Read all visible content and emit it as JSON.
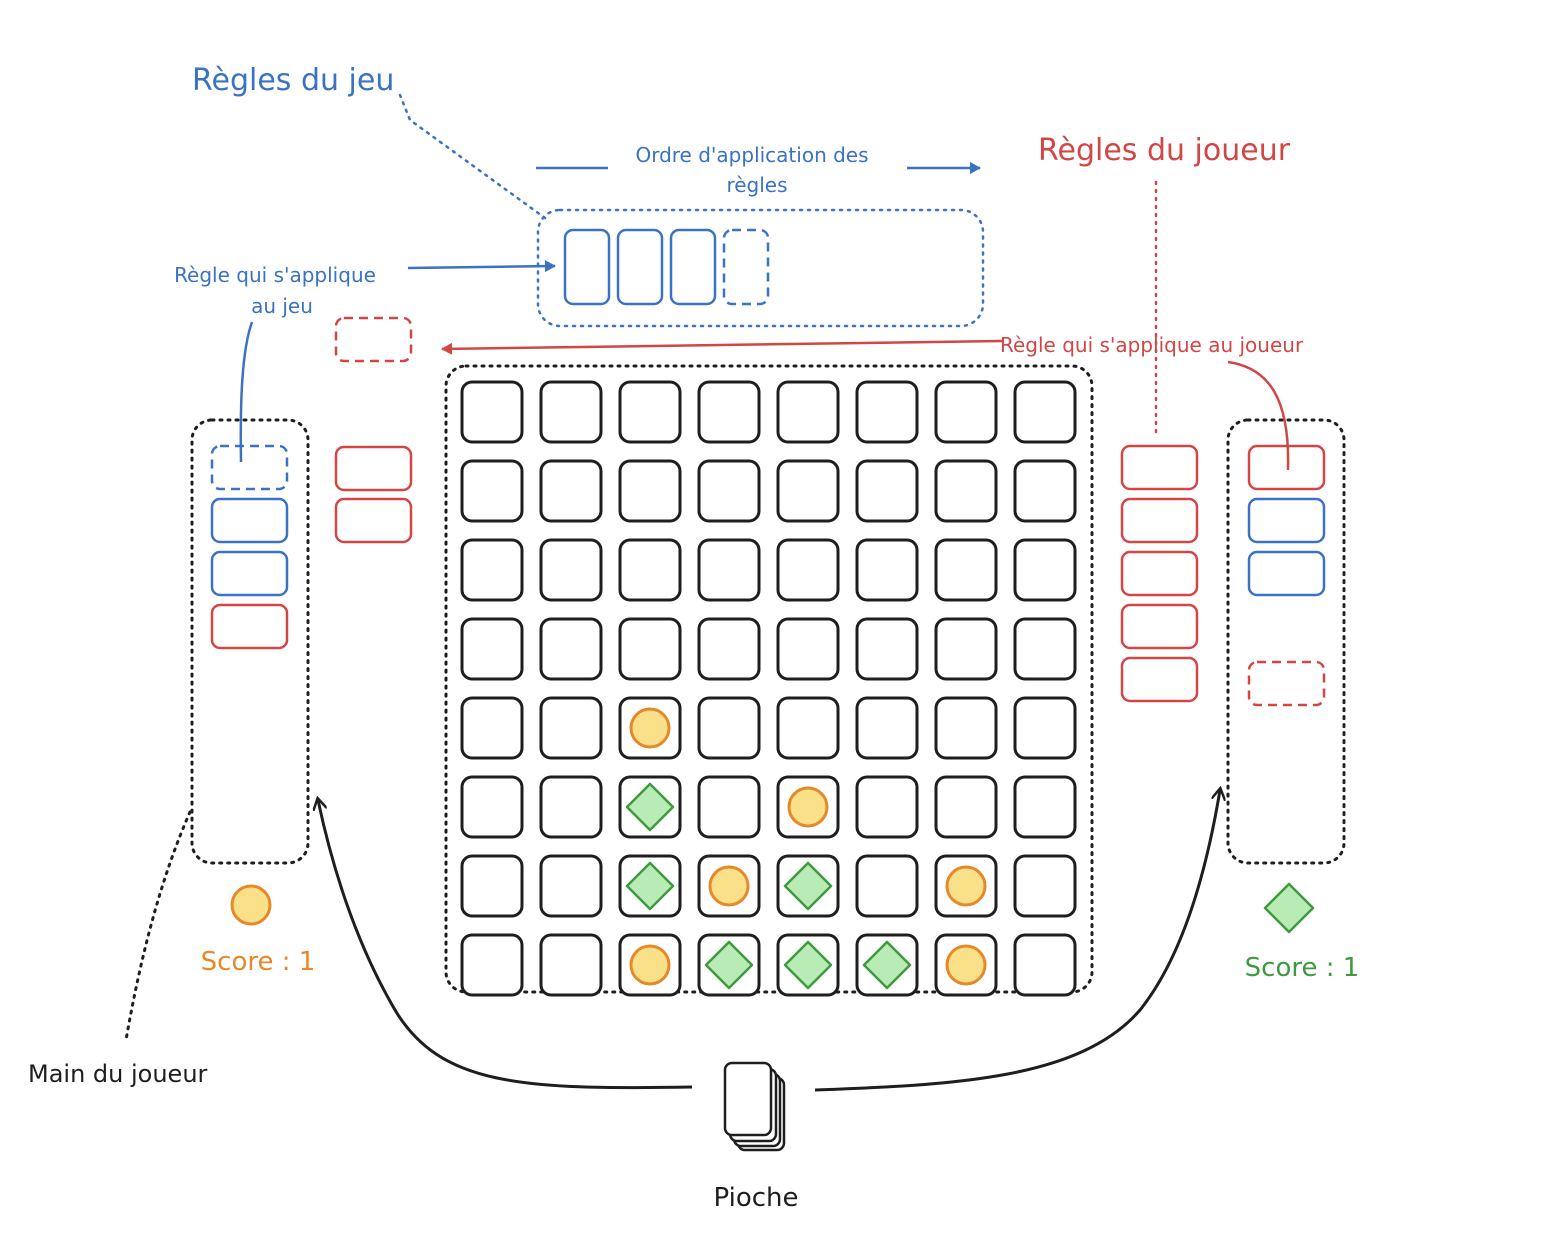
{
  "colors": {
    "blue": "#3a72c4",
    "red": "#d24646",
    "black": "#1e1e1e",
    "orange": "#e5892a",
    "coin_fill": "#fbe08a",
    "green": "#3f9a3f",
    "gem_fill": "#b9ebb6"
  },
  "labels": {
    "regles_jeu": "Règles du jeu",
    "ordre_line1": "Ordre d'application des",
    "ordre_line2": "règles",
    "regles_joueur": "Règles du joueur",
    "regle_jeu_line1": "Règle qui s'applique",
    "regle_jeu_line2": "au jeu",
    "regle_joueur": "Règle qui s'applique au joueur",
    "score_left": "Score : 1",
    "score_right": "Score : 1",
    "main_joueur": "Main du joueur",
    "pioche": "Pioche"
  },
  "board": {
    "columns": 8,
    "rows": 8,
    "pieces": [
      {
        "row": 5,
        "col": 3,
        "type": "coin"
      },
      {
        "row": 6,
        "col": 3,
        "type": "gem"
      },
      {
        "row": 6,
        "col": 5,
        "type": "coin"
      },
      {
        "row": 7,
        "col": 3,
        "type": "gem"
      },
      {
        "row": 7,
        "col": 4,
        "type": "coin"
      },
      {
        "row": 7,
        "col": 5,
        "type": "gem"
      },
      {
        "row": 7,
        "col": 7,
        "type": "coin"
      },
      {
        "row": 8,
        "col": 3,
        "type": "coin"
      },
      {
        "row": 8,
        "col": 4,
        "type": "gem"
      },
      {
        "row": 8,
        "col": 5,
        "type": "gem"
      },
      {
        "row": 8,
        "col": 6,
        "type": "gem"
      },
      {
        "row": 8,
        "col": 7,
        "type": "coin"
      }
    ]
  },
  "game_rules": {
    "cards": [
      "solid",
      "solid",
      "solid",
      "dashed"
    ]
  },
  "left_player": {
    "hand": [
      {
        "color": "blue",
        "style": "dashed"
      },
      {
        "color": "blue",
        "style": "solid"
      },
      {
        "color": "blue",
        "style": "solid"
      },
      {
        "color": "red",
        "style": "solid"
      }
    ],
    "player_rules": [
      {
        "color": "red",
        "style": "dashed"
      },
      {
        "color": "red",
        "style": "solid"
      },
      {
        "color": "red",
        "style": "solid"
      }
    ],
    "token": "coin"
  },
  "right_player": {
    "hand": [
      {
        "color": "red",
        "style": "solid"
      },
      {
        "color": "blue",
        "style": "solid"
      },
      {
        "color": "blue",
        "style": "solid"
      },
      {
        "color": "red",
        "style": "dashed"
      }
    ],
    "player_rules": [
      {
        "color": "red",
        "style": "solid"
      },
      {
        "color": "red",
        "style": "solid"
      },
      {
        "color": "red",
        "style": "solid"
      },
      {
        "color": "red",
        "style": "solid"
      },
      {
        "color": "red",
        "style": "solid"
      }
    ],
    "token": "gem"
  }
}
